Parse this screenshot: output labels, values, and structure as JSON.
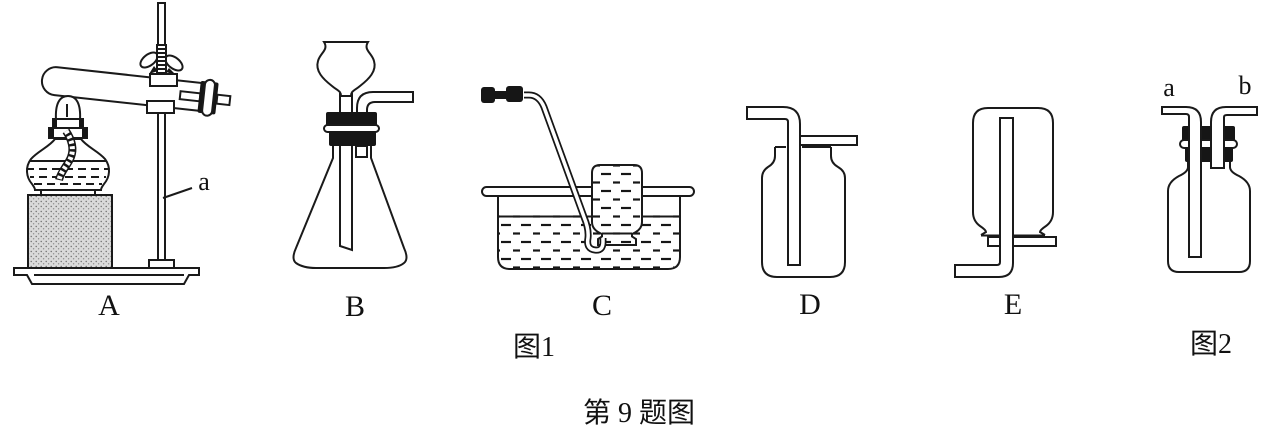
{
  "caption": "第 9 题图",
  "figure1": {
    "caption": "图1",
    "stand_rod_label": "a",
    "items": [
      {
        "label": "A"
      },
      {
        "label": "B"
      },
      {
        "label": "C"
      },
      {
        "label": "D"
      },
      {
        "label": "E"
      }
    ]
  },
  "figure2": {
    "caption": "图2",
    "inlet_label": "a",
    "outlet_label": "b"
  }
}
